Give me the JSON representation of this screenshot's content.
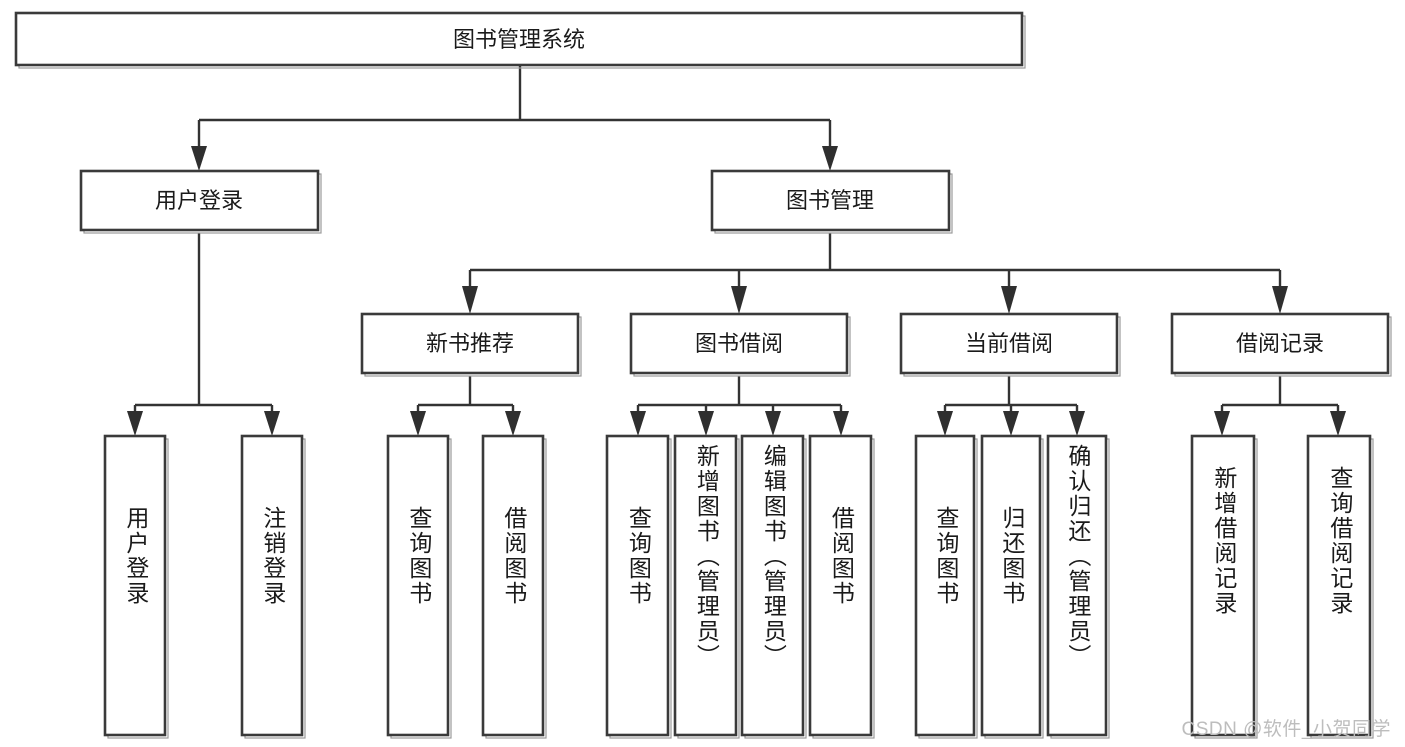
{
  "diagram": {
    "title": "图书管理系统",
    "type": "hierarchy-tree",
    "colors": {
      "box_stroke": "#3a3a3a",
      "box_fill": "#ffffff",
      "edge": "#333333",
      "text": "#1a1a1a",
      "watermark": "#bdbdbd",
      "background": "#ffffff"
    },
    "root": {
      "label": "图书管理系统"
    },
    "level2": [
      {
        "label": "用户登录"
      },
      {
        "label": "图书管理"
      }
    ],
    "level3": [
      {
        "label": "新书推荐"
      },
      {
        "label": "图书借阅"
      },
      {
        "label": "当前借阅"
      },
      {
        "label": "借阅记录"
      }
    ],
    "leaves": {
      "user_login": [
        {
          "label": "用户登录"
        },
        {
          "label": "注销登录"
        }
      ],
      "new_book_recommend": [
        {
          "label": "查询图书"
        },
        {
          "label": "借阅图书"
        }
      ],
      "book_borrow": [
        {
          "label": "查询图书"
        },
        {
          "label": "新增图书（管理员）"
        },
        {
          "label": "编辑图书（管理员）"
        },
        {
          "label": "借阅图书"
        }
      ],
      "current_borrow": [
        {
          "label": "查询图书"
        },
        {
          "label": "归还图书"
        },
        {
          "label": "确认归还（管理员）"
        }
      ],
      "borrow_record": [
        {
          "label": "新增借阅记录"
        },
        {
          "label": "查询借阅记录"
        }
      ]
    }
  },
  "watermark": {
    "text": "CSDN @软件_小贺同学"
  }
}
